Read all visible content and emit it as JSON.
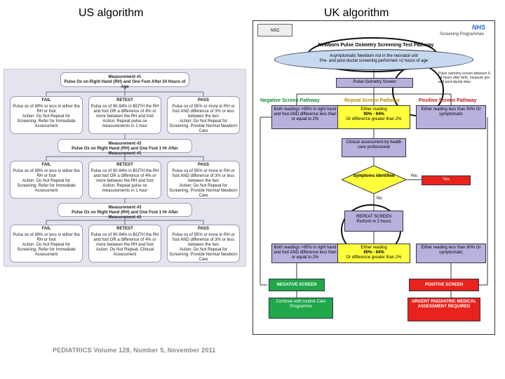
{
  "titles": {
    "us": "US algorithm",
    "uk": "UK algorithm"
  },
  "us": {
    "measurement1": "Measurement #1\nPulse Ox on Right Hand (RH) and One Foot After 24 Hours of Age",
    "measurement2": "Measurement #2\nPulse Ox on Right Hand (RH) and One Foot 1 Hr After Measurement #1",
    "measurement3": "Measurement #3\nPulse Ox on Right Hand (RH) and One Foot 1 Hr After Measurement #2",
    "row1": [
      {
        "head": "FAIL",
        "body": "Pulse ox of 89% or less in either the RH or foot\nAction: Do Not Repeat for Screening. Refer for Immediate Assessment"
      },
      {
        "head": "RETEST",
        "body": "Pulse ox of 90-94% in BOTH the RH and foot OR a difference of 4% or more between the RH and foot\nAction: Repeat pulse ox measurements in 1 hour"
      },
      {
        "head": "PASS",
        "body": "Pulse ox of 95% or more in RH or foot AND difference of 3% or less between the two\nAction: Do Not Repeat for Screening. Provide Normal Newborn Care"
      }
    ],
    "row2": [
      {
        "head": "FAIL",
        "body": "Pulse ox of 89% or less in either the RH or foot\nAction: Do Not Repeat for Screening. Refer for Immediate Assessment"
      },
      {
        "head": "RETEST",
        "body": "Pulse ox of 90-94% in BOTH the RH and foot OR a difference of 4% or more between the RH and foot\nAction: Repeat pulse ox measurements in 1 hour"
      },
      {
        "head": "PASS",
        "body": "Pulse ox of 95% or more in RH or foot AND difference of 3% or less between the two\nAction: Do Not Repeat for Screening. Provide Normal Newborn Care"
      }
    ],
    "row3": [
      {
        "head": "FAIL",
        "body": "Pulse ox of 89% or less in either the RH or foot\nAction: Do Not Repeat for Screening. Refer for Immediate Assessment"
      },
      {
        "head": "RETEST",
        "body": "Pulse ox of 90-94% in BOTH the RH and foot OR a difference of 4% or more between the RH and foot\nAction: Do Not Repeat. Clinical Assessment"
      },
      {
        "head": "PASS",
        "body": "Pulse ox of 95% or more in RH or foot AND difference of 3% or less between the two\nAction: Do Not Repeat for Screening. Provide Normal Newborn Care"
      }
    ]
  },
  "uk": {
    "nhs": "NHS",
    "nsc": "NSC",
    "programme": "Screening Programmes",
    "pathway_title": "Newborn Pulse Oximetry Screening Test Pathway",
    "top_ellipse": "Asymptomatic Newborn not in the neonatal unit\nPre- and post-ductal screening performed >2 hours of age",
    "pos_screen": "Pulse Oximetry Screen",
    "side_note": "Pulse oximetry screen between 6-24 hours after birth, measure pre- and post-ductal sites",
    "neg_label": "Negative Screen Pathway",
    "rep_label": "Repeat Screen Pathway",
    "pos_label": "Positive Screen Pathway",
    "neg1": "Both readings >95% in right hand and foot AND difference less than or equal to 2%",
    "rep1_title": "Either reading",
    "rep1_pct": "90% - 94%",
    "rep1_diff": "Or difference greater than 2%",
    "pos1": "Either reading less than 90% Or symptomatic",
    "clinical": "Clinical assessment by health care professional",
    "symptoms": "Symptoms identified",
    "yes": "Yes",
    "no": "No",
    "repeat_screen": "REPEAT SCREEN\nPerform in 2 hours",
    "neg2": "Both readings >95% in right hand and foot AND difference less than or equal to 2%",
    "rep2_title": "Either reading",
    "rep2_pct": "90% - 94%",
    "rep2_diff": "Or difference greater than 2%",
    "pos2": "Either reading less than 90% Or symptomatic",
    "negative_screen": "NEGATIVE SCREEN",
    "positive_screen": "POSITIVE SCREEN",
    "continue": "Continue with routine Care Programme",
    "urgent": "URGENT PAEDIATRIC MEDICAL ASSESSMENT REQUIRED"
  },
  "citation": "PEDIATRICS Volume 128, Number 5, November 2011"
}
